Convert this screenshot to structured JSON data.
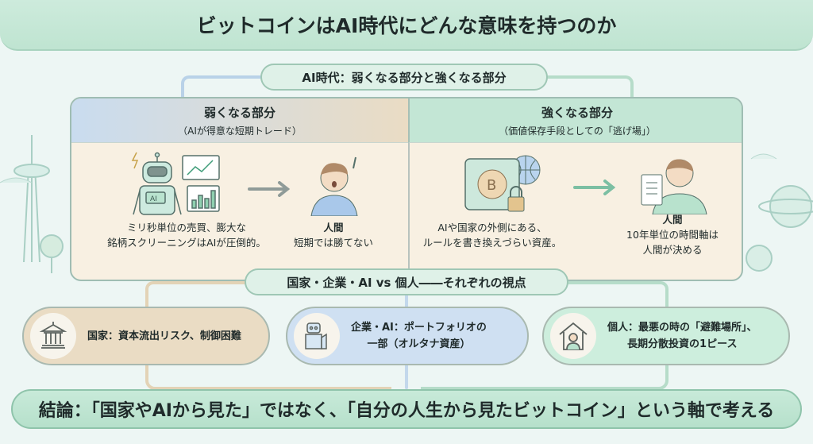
{
  "title": "ビットコインはAI時代にどんな意味を持つのか",
  "section1": {
    "label": "AI時代：弱くなる部分と強くなる部分",
    "weak": {
      "heading": "弱くなる部分",
      "subheading": "（AIが得意な短期トレード）",
      "ai_text": [
        "ミリ秒単位の売買、膨大な",
        "銘柄スクリーニングはAIが圧倒的。"
      ],
      "robot_badge": "AI",
      "human_title": "人間",
      "human_text": [
        "短期では勝てない"
      ]
    },
    "strong": {
      "heading": "強くなる部分",
      "subheading": "（価値保存手段としての「逃げ場」）",
      "asset_text": [
        "AIや国家の外側にある、",
        "ルールを書き換えづらい資産。"
      ],
      "human_title": "人間",
      "human_text": [
        "10年単位の時間軸は",
        "人間が決める"
      ]
    }
  },
  "section2": {
    "label": "国家・企業・AI vs 個人――それぞれの視点",
    "perspectives": [
      {
        "lines": [
          "国家：資本流出リスク、制御困難"
        ],
        "icon": "government-building-icon",
        "color": "#eadcc4"
      },
      {
        "lines": [
          "企業・AI：ポートフォリオの",
          "一部（オルタナ資産）"
        ],
        "icon": "robot-factory-icon",
        "color": "#cfe0f2"
      },
      {
        "lines": [
          "個人：最悪の時の「避難場所」、",
          "長期分散投資の1ピース"
        ],
        "icon": "house-person-icon",
        "color": "#cdeedd"
      }
    ]
  },
  "conclusion": "結論：「国家やAIから見た」ではなく、「自分の人生から見たビットコイン」という軸で考える",
  "colors": {
    "green": "#bfe4d1",
    "blue": "#cfe0f2",
    "tan": "#eadcc4",
    "cream": "#f8f0e2"
  }
}
